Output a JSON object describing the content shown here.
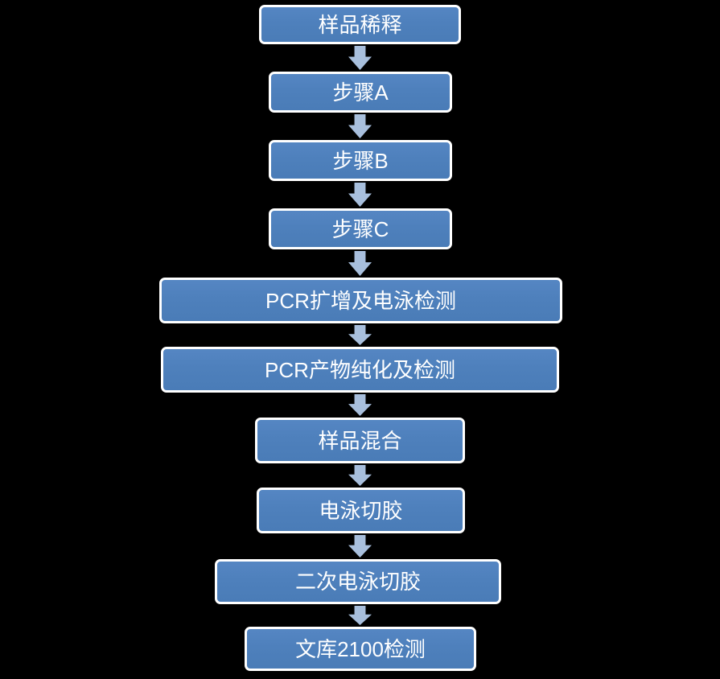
{
  "flowchart": {
    "type": "vertical-process-flow",
    "background_color": "#000000",
    "box_fill_color": "#4f81bd",
    "box_border_color": "#ffffff",
    "box_text_color": "#ffffff",
    "arrow_color": "#a8bfdd",
    "connector_icon": "arrow-down-icon",
    "steps": [
      {
        "label": "样品稀释"
      },
      {
        "label": "步骤A"
      },
      {
        "label": "步骤B"
      },
      {
        "label": "步骤C"
      },
      {
        "label": "PCR扩增及电泳检测"
      },
      {
        "label": "PCR产物纯化及检测"
      },
      {
        "label": "样品混合"
      },
      {
        "label": "电泳切胶"
      },
      {
        "label": "二次电泳切胶"
      },
      {
        "label": "文库2100检测"
      }
    ]
  }
}
